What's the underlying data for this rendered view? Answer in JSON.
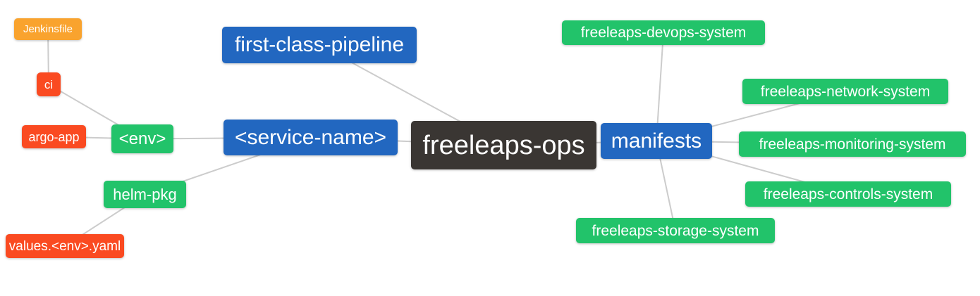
{
  "diagram": {
    "background": "#ffffff",
    "edge_color": "#cccccc",
    "colors": {
      "orange": "#F9A32E",
      "red": "#FA4A21",
      "green": "#22C36A",
      "blue": "#2267C0",
      "dark": "#3A3633"
    },
    "nodes": [
      {
        "id": "jenkinsfile",
        "label": "Jenkinsfile",
        "color": "orange"
      },
      {
        "id": "ci",
        "label": "ci",
        "color": "red"
      },
      {
        "id": "argo-app",
        "label": "argo-app",
        "color": "red"
      },
      {
        "id": "env",
        "label": "<env>",
        "color": "green"
      },
      {
        "id": "helm-pkg",
        "label": "helm-pkg",
        "color": "green"
      },
      {
        "id": "values-env-yaml",
        "label": "values.<env>.yaml",
        "color": "red"
      },
      {
        "id": "first-class-pipeline",
        "label": "first-class-pipeline",
        "color": "blue"
      },
      {
        "id": "service-name",
        "label": "<service-name>",
        "color": "blue"
      },
      {
        "id": "freeleaps-ops",
        "label": "freeleaps-ops",
        "color": "dark"
      },
      {
        "id": "manifests",
        "label": "manifests",
        "color": "blue"
      },
      {
        "id": "freeleaps-devops-system",
        "label": "freeleaps-devops-system",
        "color": "green"
      },
      {
        "id": "freeleaps-network-system",
        "label": "freeleaps-network-system",
        "color": "green"
      },
      {
        "id": "freeleaps-monitoring-system",
        "label": "freeleaps-monitoring-system",
        "color": "green"
      },
      {
        "id": "freeleaps-controls-system",
        "label": "freeleaps-controls-system",
        "color": "green"
      },
      {
        "id": "freeleaps-storage-system",
        "label": "freeleaps-storage-system",
        "color": "green"
      }
    ],
    "edges": [
      [
        "jenkinsfile",
        "ci"
      ],
      [
        "ci",
        "env"
      ],
      [
        "argo-app",
        "env"
      ],
      [
        "env",
        "service-name"
      ],
      [
        "helm-pkg",
        "service-name"
      ],
      [
        "values-env-yaml",
        "helm-pkg"
      ],
      [
        "first-class-pipeline",
        "freeleaps-ops"
      ],
      [
        "service-name",
        "freeleaps-ops"
      ],
      [
        "freeleaps-ops",
        "manifests"
      ],
      [
        "manifests",
        "freeleaps-devops-system"
      ],
      [
        "manifests",
        "freeleaps-network-system"
      ],
      [
        "manifests",
        "freeleaps-monitoring-system"
      ],
      [
        "manifests",
        "freeleaps-controls-system"
      ],
      [
        "manifests",
        "freeleaps-storage-system"
      ]
    ]
  }
}
